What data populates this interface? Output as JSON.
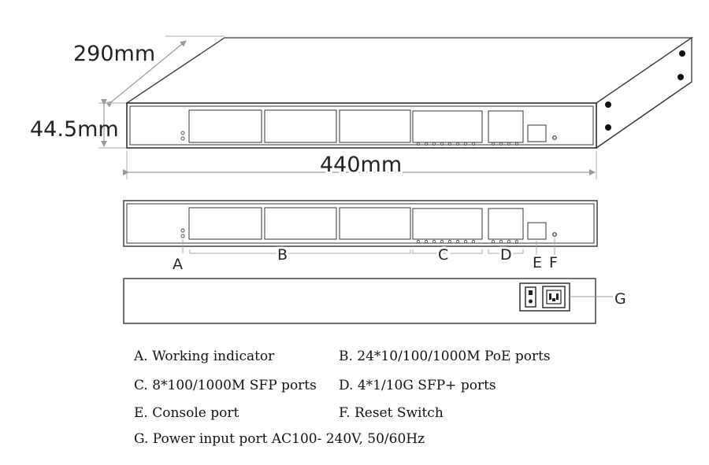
{
  "dimensions": {
    "depth": "290mm",
    "height": "44.5mm",
    "width": "440mm"
  },
  "callouts": [
    "A",
    "B",
    "C",
    "D",
    "E",
    "F",
    "G"
  ],
  "legend": [
    "A. Working indicator",
    "B. 24*10/100/1000M PoE ports",
    "C. 8*100/1000M SFP ports",
    "D. 4*1/10G SFP+ ports",
    "E. Console port",
    "F. Reset Switch",
    "G. Power input port AC100- 240V, 50/60Hz"
  ]
}
